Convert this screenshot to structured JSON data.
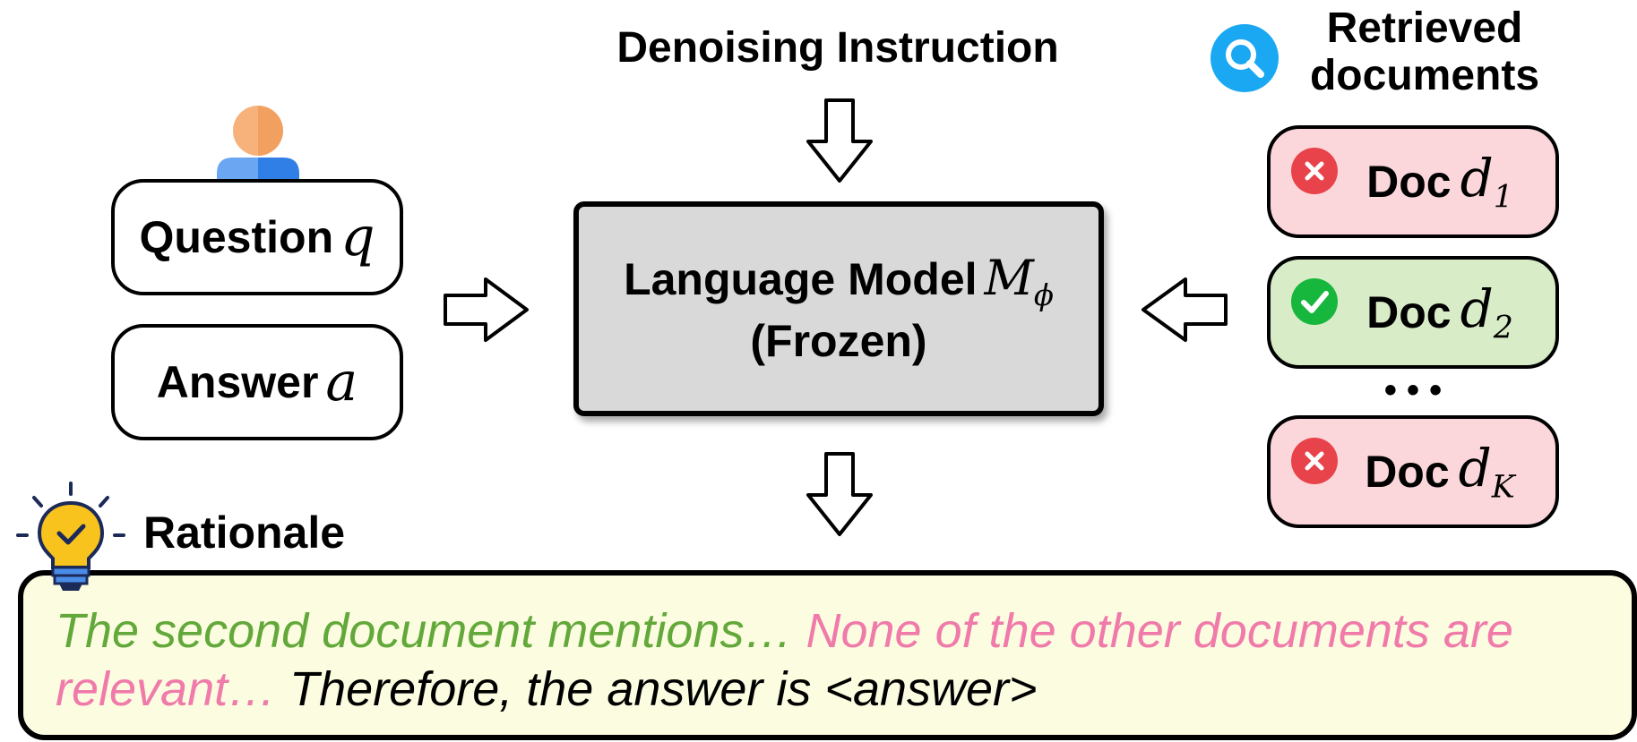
{
  "colors": {
    "model_fill": "#d9d9d9",
    "doc_irrelevant_fill": "#fbd7db",
    "doc_relevant_fill": "#d8ecc8",
    "badge_wrong": "#e8424a",
    "badge_right": "#17b63c",
    "rationale_fill": "#fcfde0",
    "rationale_green": "#62a83a",
    "rationale_pink": "#f07aaa",
    "search_icon": "#1aa8f2",
    "bulb": "#f7c31c"
  },
  "icons": {
    "user": "user-icon",
    "search": "search-icon",
    "wrong": "x-mark-icon",
    "right": "check-mark-icon",
    "bulb": "lightbulb-icon"
  },
  "instruction": {
    "label": "Denoising Instruction"
  },
  "retrieved": {
    "line1": "Retrieved",
    "line2": "documents"
  },
  "inputs": {
    "question": {
      "label": "Question",
      "var": "q"
    },
    "answer": {
      "label": "Answer",
      "var": "a"
    }
  },
  "model": {
    "label": "Language Model",
    "symbol": "M",
    "subscript": "ϕ",
    "status": "(Frozen)"
  },
  "documents": [
    {
      "label": "Doc",
      "var": "d",
      "sub": "1",
      "relevant": false
    },
    {
      "label": "Doc",
      "var": "d",
      "sub": "2",
      "relevant": true
    },
    {
      "label": "Doc",
      "var": "d",
      "sub": "K",
      "relevant": false
    }
  ],
  "ellipsis": "• • •",
  "rationale": {
    "label": "Rationale",
    "part_relevant": "The second document mentions…",
    "part_irrelevant_line1": "None of the other documents are",
    "part_irrelevant_line2": "relevant…",
    "part_answer": "Therefore, the answer is <answer>"
  }
}
